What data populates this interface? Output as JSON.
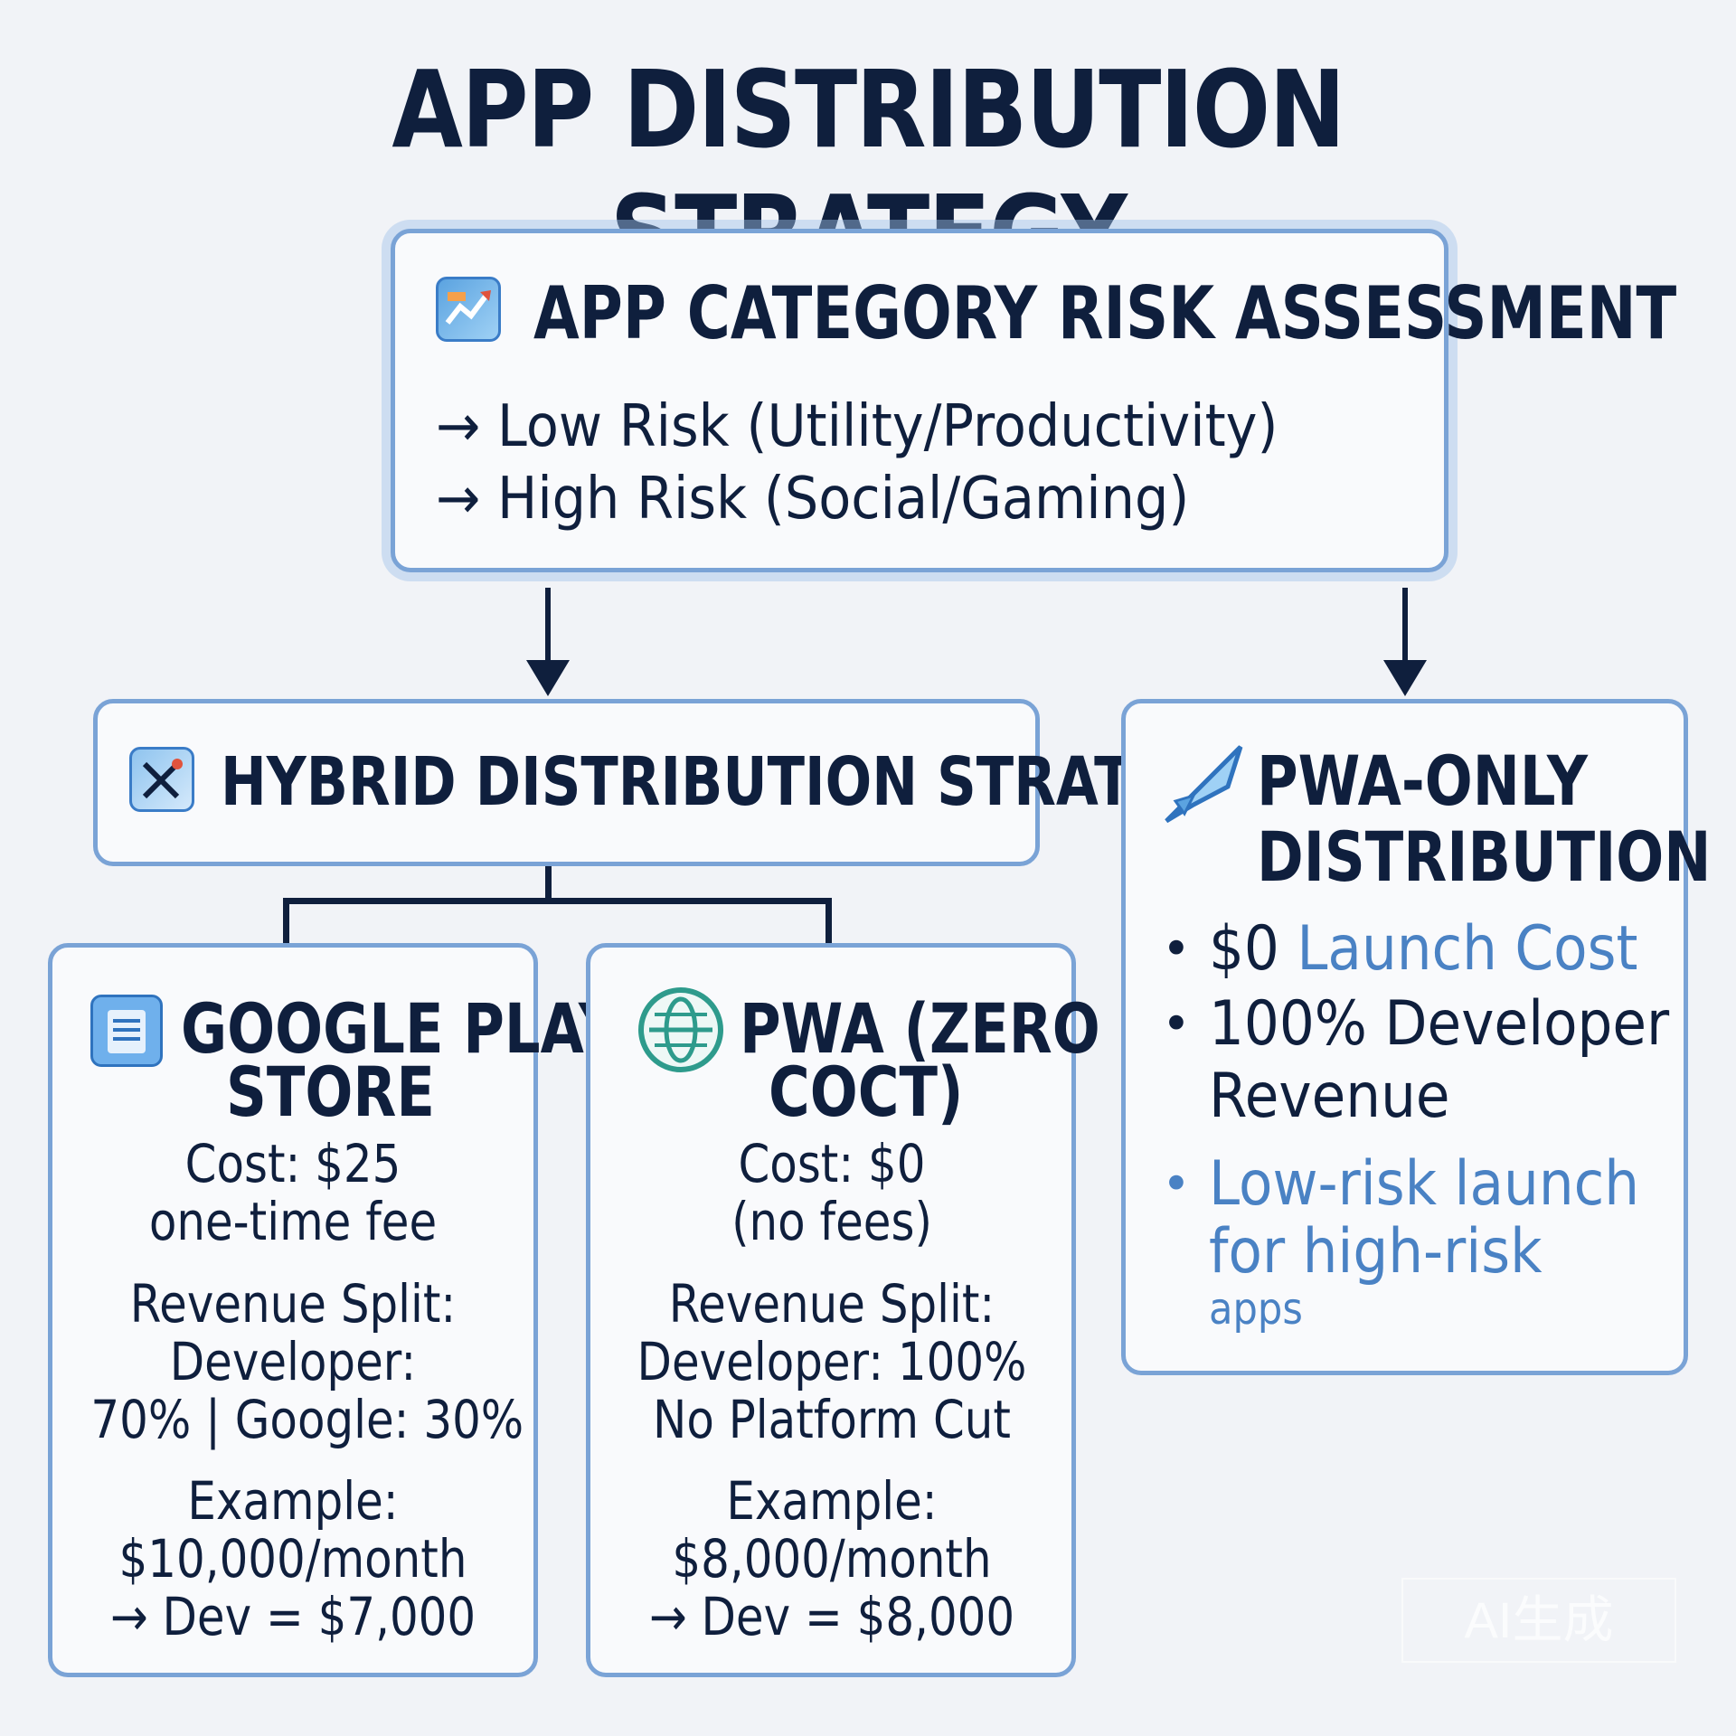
{
  "title": "APP DISTRIBUTION STRATEGY",
  "risk_box": {
    "heading": "APP CATEGORY RISK ASSESSMENT",
    "low_risk": "→ Low Risk (Utility/Productivity)",
    "high_risk": "→ High Risk (Social/Gaming)"
  },
  "hybrid_box": {
    "heading": "HYBRID DISTRIBUTION STRATEGY"
  },
  "pwa_only_box": {
    "heading_line1": "PWA-ONLY",
    "heading_line2": "DISTRIBUTION",
    "bullet1_a": "$0 ",
    "bullet1_b": "Launch Cost",
    "bullet2_line1": "100% Developer",
    "bullet2_line2": "Revenue",
    "bullet3_line1": "Low-risk launch",
    "bullet3_line2": "for high-risk",
    "bullet3_line3": "apps"
  },
  "google_play_box": {
    "heading_line1": "GOOGLE PLAY",
    "heading_line2": "STORE",
    "cost_line1": "Cost: $25",
    "cost_line2": "one-time fee",
    "split_line1": "Revenue Split:",
    "split_line2": "Developer:",
    "split_line3": "70% | Google: 30%",
    "example_line1": "Example:",
    "example_line2": "$10,000/month",
    "example_line3": "→ Dev = $7,000"
  },
  "pwa_box": {
    "heading_line1": "PWA (ZERO",
    "heading_line2": "COCT)",
    "cost_line1": "Cost: $0",
    "cost_line2": "(no fees)",
    "split_line1": "Revenue Split:",
    "split_line2": "Developer: 100%",
    "split_line3": "No Platform Cut",
    "example_line1": "Example:",
    "example_line2": "$8,000/month",
    "example_line3": "→ Dev = $8,000"
  },
  "watermark": "AI生成",
  "colors": {
    "navy": "#0f1f3d",
    "border_blue": "#7aa3d6",
    "accent_blue": "#4a82c4",
    "teal": "#2e9b8c",
    "background": "#f1f3f7"
  },
  "icons": {
    "risk": "chart-icon",
    "hybrid": "tools-icon",
    "pwa_only": "rocket-icon",
    "google_play": "document-icon",
    "pwa": "globe-icon"
  }
}
